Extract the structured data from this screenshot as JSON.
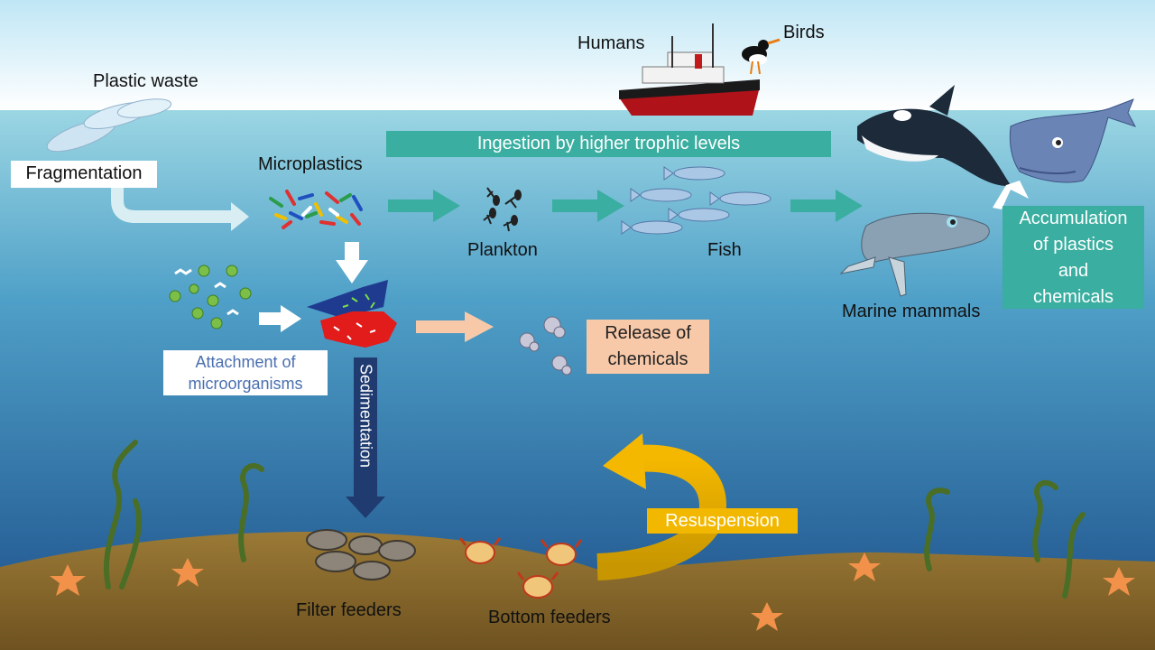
{
  "labels": {
    "plastic_waste": "Plastic waste",
    "fragmentation": "Fragmentation",
    "microplastics": "Microplastics",
    "humans": "Humans",
    "birds": "Birds",
    "ingestion": "Ingestion by higher trophic levels",
    "plankton": "Plankton",
    "fish": "Fish",
    "accumulation_1": "Accumulation",
    "accumulation_2": "of plastics",
    "accumulation_3": "and",
    "accumulation_4": "chemicals",
    "marine_mammals": "Marine mammals",
    "release_1": "Release of",
    "release_2": "chemicals",
    "attachment_1": "Attachment of",
    "attachment_2": "microorganisms",
    "sedimentation": "Sedimentation",
    "resuspension": "Resuspension",
    "filter_feeders": "Filter feeders",
    "bottom_feeders": "Bottom feeders"
  },
  "colors": {
    "sky": "#dff2fa",
    "sea_top": "#8fd0e0",
    "sea_bottom": "#1c4f8a",
    "seabed": "#8a6a2c",
    "teal": "#3aaea0",
    "peach": "#f8c9a9",
    "gold": "#f2b800",
    "navy_arrow": "#1f3b70"
  }
}
